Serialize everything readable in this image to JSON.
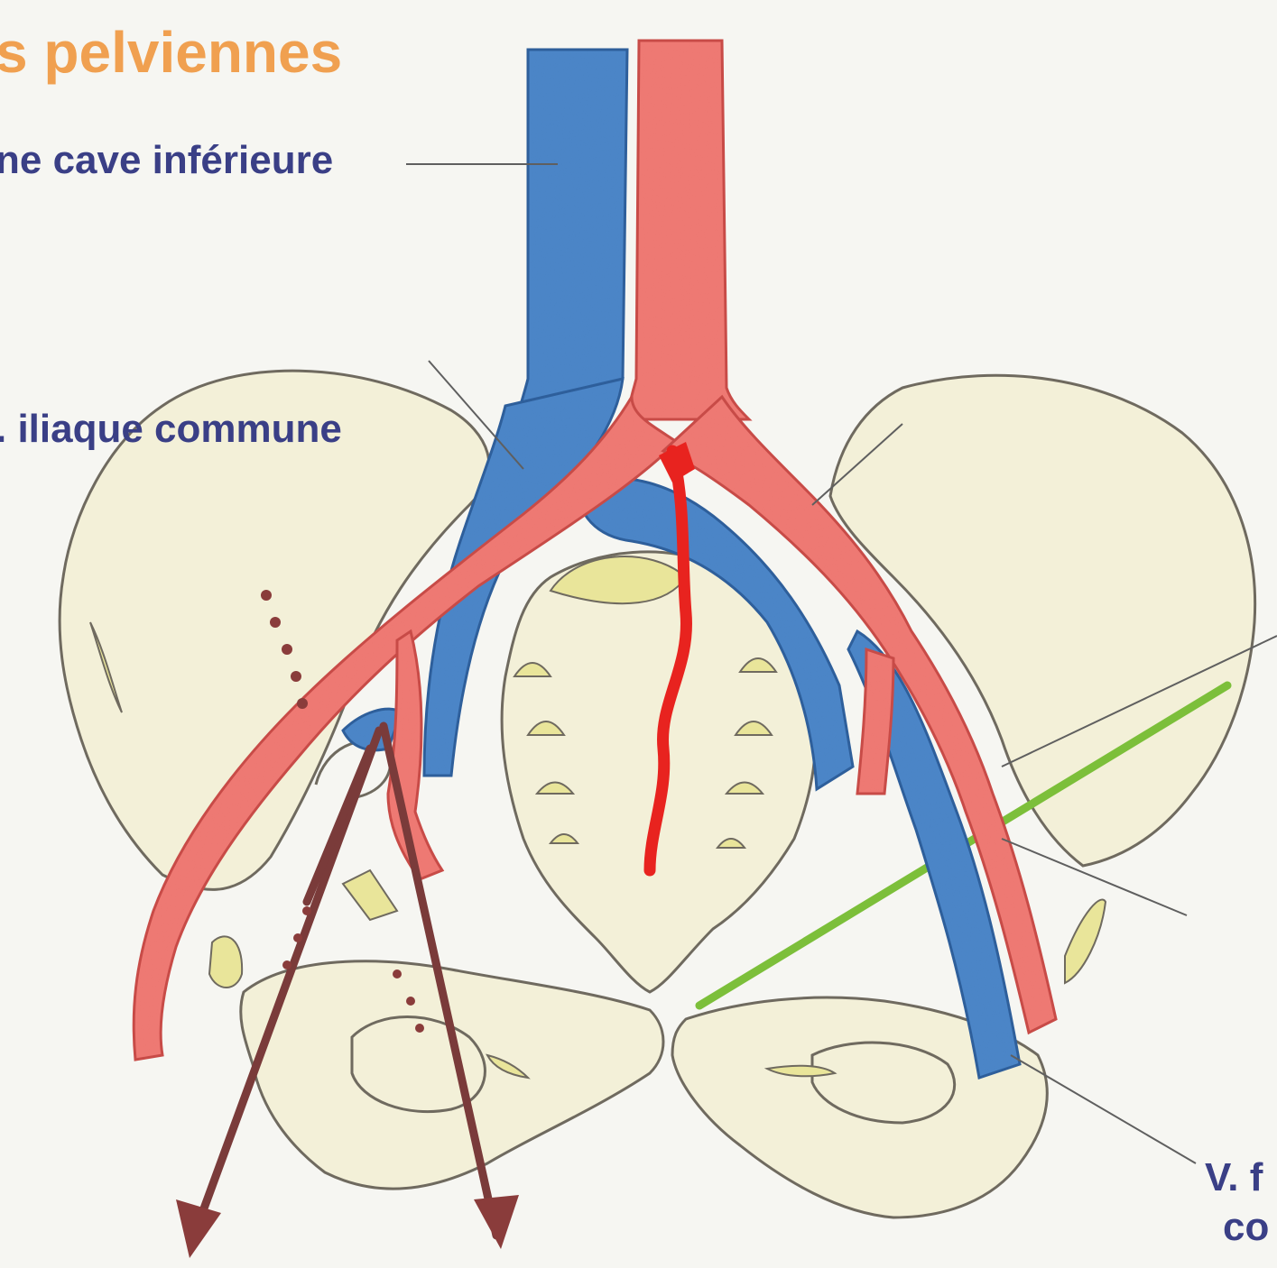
{
  "title": "s pelviennes",
  "labels": {
    "vena_cava": "ne cave inférieure",
    "common_iliac": ". iliaque commune",
    "femoral_line1": "V. f",
    "femoral_line2": "co"
  },
  "colors": {
    "title": "#f0a050",
    "label": "#3a3f86",
    "vein": "#4b86c8",
    "vein_outline": "#2d5f9c",
    "artery": "#ef7a74",
    "artery_outline": "#c94b48",
    "artery_bright": "#e8231f",
    "bone_fill": "#f3f0d8",
    "bone_outline": "#6f6a5f",
    "highlight": "#e9e59a",
    "nerve": "#7cbf3a",
    "brown_vessel": "#7a3b3a",
    "leader": "#5f5f5f"
  }
}
